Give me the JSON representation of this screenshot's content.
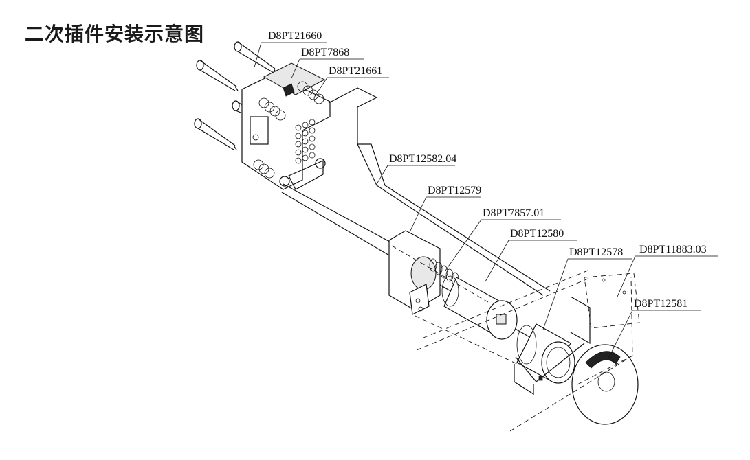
{
  "title": "二次插件安装示意图",
  "parts": [
    {
      "id": "p1",
      "label": "D8PT21660"
    },
    {
      "id": "p2",
      "label": "D8PT7868"
    },
    {
      "id": "p3",
      "label": "D8PT21661"
    },
    {
      "id": "p4",
      "label": "D8PT12582.04"
    },
    {
      "id": "p5",
      "label": "D8PT12579"
    },
    {
      "id": "p6",
      "label": "D8PT7857.01"
    },
    {
      "id": "p7",
      "label": "D8PT12580"
    },
    {
      "id": "p8",
      "label": "D8PT12578"
    },
    {
      "id": "p9",
      "label": "D8PT11883.03"
    },
    {
      "id": "p10",
      "label": "D8PT12581"
    }
  ]
}
